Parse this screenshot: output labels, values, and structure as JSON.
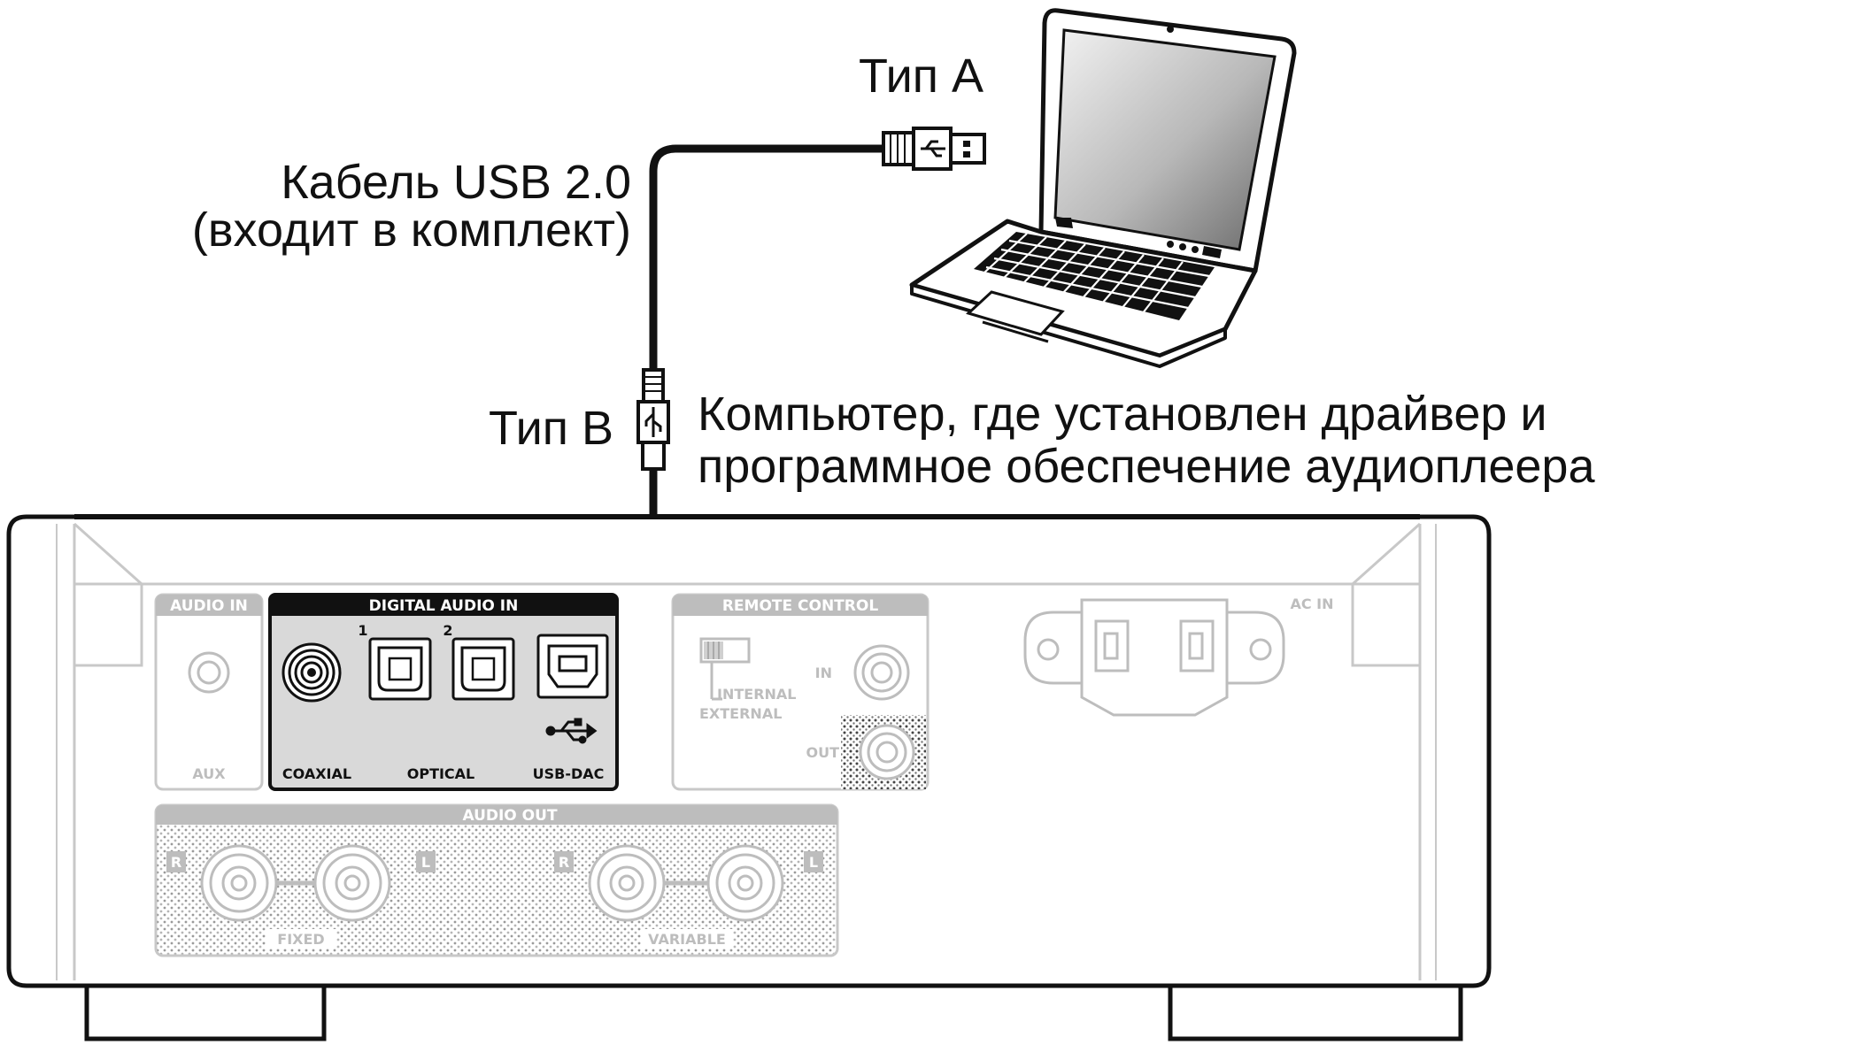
{
  "labels": {
    "type_a": "Тип A",
    "type_b": "Тип B",
    "cable_line1": "Кабель USB 2.0",
    "cable_line2": "(входит в комплект)",
    "computer_line1": "Компьютер, где установлен драйвер и",
    "computer_line2": "программное обеспечение аудиоплеера"
  },
  "panel": {
    "audio_in": "AUDIO IN",
    "aux": "AUX",
    "digital_audio_in": "DIGITAL AUDIO IN",
    "optical_1": "1",
    "optical_2": "2",
    "coaxial": "COAXIAL",
    "optical": "OPTICAL",
    "usb_dac": "USB-DAC",
    "remote_control": "REMOTE CONTROL",
    "internal": "INTERNAL",
    "external": "EXTERNAL",
    "rc_in": "IN",
    "rc_out": "OUT",
    "ac_in": "AC IN",
    "audio_out": "AUDIO OUT",
    "r": "R",
    "l": "L",
    "fixed": "FIXED",
    "variable": "VARIABLE"
  },
  "colors": {
    "line_light": "#c8c8c8",
    "ink": "#111111",
    "digital_panel_fill": "#d9d9d9"
  }
}
